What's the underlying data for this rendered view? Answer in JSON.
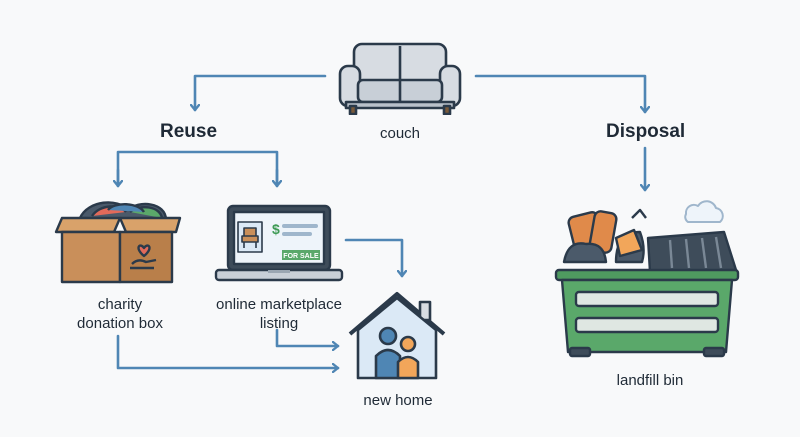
{
  "headings": {
    "reuse": "Reuse",
    "disposal": "Disposal"
  },
  "nodes": {
    "couch": {
      "label": "couch",
      "icon": "couch-icon"
    },
    "charity": {
      "label_line1": "charity",
      "label_line2": "donation box",
      "icon": "donation-box-icon"
    },
    "marketplace": {
      "label_line1": "online marketplace",
      "label_line2": "listing",
      "icon": "laptop-listing-icon",
      "badge": "FOR SALE",
      "price_symbol": "$"
    },
    "home": {
      "label": "new home",
      "icon": "house-family-icon"
    },
    "landfill": {
      "label": "landfill bin",
      "icon": "dumpster-icon"
    }
  },
  "colors": {
    "arrow": "#4f86b4",
    "outline": "#2b3a4a",
    "green": "#5aa86a",
    "box": "#c98f5a",
    "blue_fill": "#dbe9f6"
  }
}
